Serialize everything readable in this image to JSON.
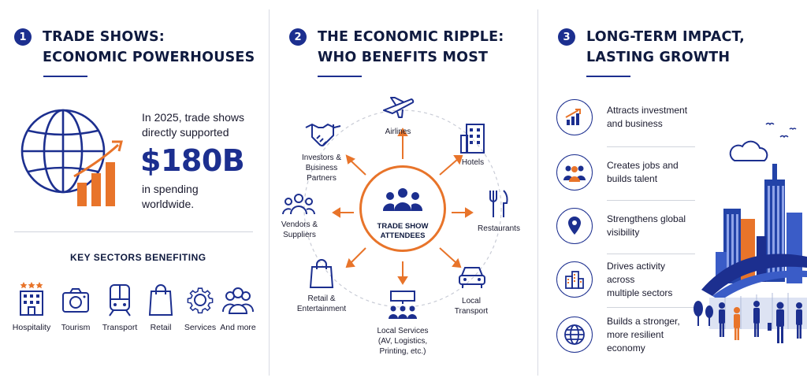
{
  "section1": {
    "number": "1",
    "title_line1": "TRADE SHOWS:",
    "title_line2": "ECONOMIC POWERHOUSES",
    "intro_line1": "In 2025, trade shows",
    "intro_line2": "directly supported",
    "amount": "$180B",
    "outro_line1": "in spending",
    "outro_line2": "worldwide.",
    "sectors_title": "KEY SECTORS BENEFITING",
    "sectors": [
      {
        "label": "Hospitality",
        "icon": "hotel-icon"
      },
      {
        "label": "Tourism",
        "icon": "camera-icon"
      },
      {
        "label": "Transport",
        "icon": "train-icon"
      },
      {
        "label": "Retail",
        "icon": "shopping-bag-icon"
      },
      {
        "label": "Services",
        "icon": "gear-icon"
      },
      {
        "label": "And more",
        "icon": "people-icon"
      }
    ]
  },
  "section2": {
    "number": "2",
    "title_line1": "THE ECONOMIC RIPPLE:",
    "title_line2": "WHO BENEFITS MOST",
    "center_line1": "TRADE SHOW",
    "center_line2": "ATTENDEES",
    "nodes": {
      "airlines": "Airlines",
      "hotels": "Hotels",
      "restaurants": "Restaurants",
      "transport_l1": "Local",
      "transport_l2": "Transport",
      "services_l1": "Local Services",
      "services_l2": "(AV, Logistics,",
      "services_l3": "Printing, etc.)",
      "retail_l1": "Retail &",
      "retail_l2": "Entertainment",
      "vendors_l1": "Vendors &",
      "vendors_l2": "Suppliers",
      "investors_l1": "Investors &",
      "investors_l2": "Business",
      "investors_l3": "Partners"
    }
  },
  "section3": {
    "number": "3",
    "title_line1": "LONG-TERM IMPACT,",
    "title_line2": "LASTING GROWTH",
    "items": [
      {
        "line1": "Attracts investment",
        "line2": "and business",
        "icon": "growth-chart-icon"
      },
      {
        "line1": "Creates jobs and",
        "line2": "builds talent",
        "icon": "team-icon"
      },
      {
        "line1": "Strengthens global",
        "line2": "visibility",
        "icon": "location-pin-icon"
      },
      {
        "line1": "Drives activity across",
        "line2": "multiple sectors",
        "icon": "buildings-icon"
      },
      {
        "line1": "Builds a stronger,",
        "line2": "more resilient economy",
        "icon": "globe-icon"
      }
    ]
  },
  "colors": {
    "navy": "#1c2f8f",
    "orange": "#e8742a",
    "text": "#1a1a2e"
  }
}
